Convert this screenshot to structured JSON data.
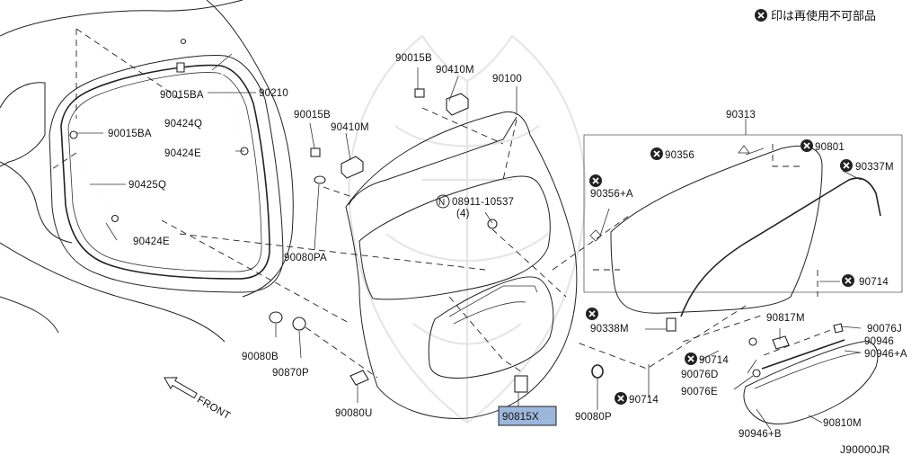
{
  "legend": {
    "text": "印は再使用不可部品",
    "icon": "no-reuse-x-icon"
  },
  "diagram_code": "J90000JR",
  "front_arrow_label": "FRONT",
  "highlight_color": "#9db7dc",
  "part_labels": {
    "p90015BA_top": "90015BA",
    "p90210": "90210",
    "p90424Q": "90424Q",
    "p90015BA_mid": "90015BA",
    "p90424E_mid": "90424E",
    "p90425Q": "90425Q",
    "p90424E_low": "90424E",
    "p90015B_top": "90015B",
    "p90410M_top": "90410M",
    "p90100": "90100",
    "p90015B_mid": "90015B",
    "p90410M_mid": "90410M",
    "p08911": "08911-10537",
    "p08911_qty": "(4)",
    "p08911_prefix": "N",
    "p90080PA": "90080PA",
    "p90080B": "90080B",
    "p90870P": "90870P",
    "p90080U": "90080U",
    "p90815X": "90815X",
    "p90080P": "90080P",
    "p90714_low": "90714",
    "p90313": "90313",
    "p90356": "90356",
    "p90801": "90801",
    "p90337M": "90337M",
    "p90356A": "90356+A",
    "p90714_right": "90714",
    "p90338M": "90338M",
    "p90817M": "90817M",
    "p90076J": "90076J",
    "p90946": "90946",
    "p90946A": "90946+A",
    "p90714_mid": "90714",
    "p90076D": "90076D",
    "p90076E": "90076E",
    "p90810M": "90810M",
    "p90946B": "90946+B"
  }
}
